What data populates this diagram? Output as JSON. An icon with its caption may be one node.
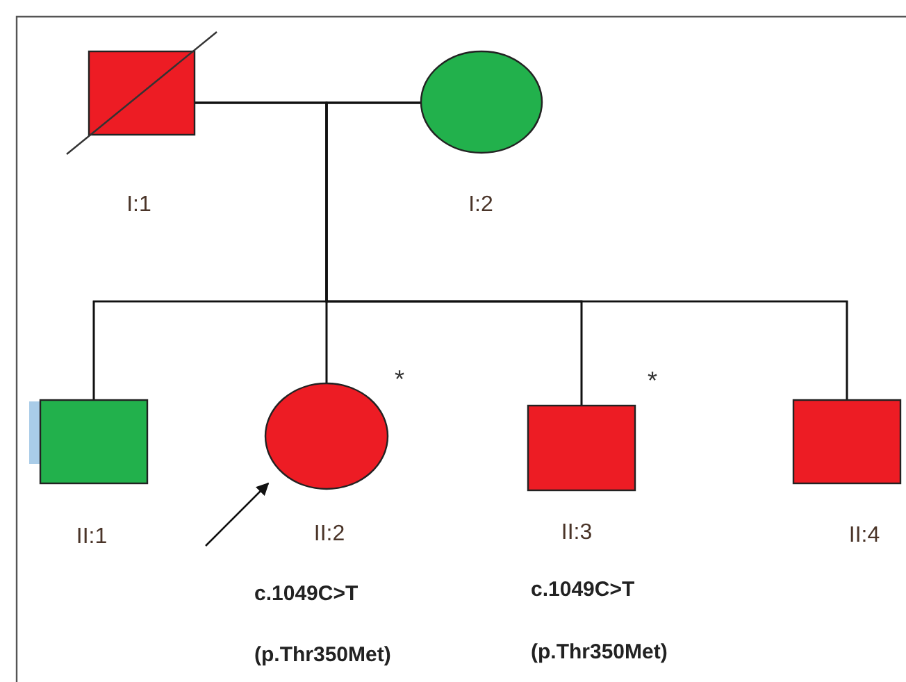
{
  "diagram": {
    "nodes": [
      {
        "text": [
          "I:1"
        ]
      },
      {
        "text": [
          "I:2"
        ]
      },
      {
        "text": [
          "II:1"
        ]
      },
      {
        "text": [
          "II:2"
        ],
        "beside": [
          "*"
        ]
      },
      {
        "text": [
          "II:3"
        ],
        "beside": [
          "*"
        ]
      },
      {
        "text": [
          "II:4"
        ]
      }
    ],
    "edges": [
      {
        "from": 0,
        "to": 1,
        "arrow": "none"
      },
      {
        "from": 0,
        "to": 2,
        "arrow": "none"
      },
      {
        "from": 0,
        "to": 3,
        "arrow": "none"
      },
      {
        "from": 0,
        "to": 4,
        "arrow": "none"
      },
      {
        "from": 0,
        "to": 5,
        "arrow": "none"
      },
      {
        "from": 1,
        "to": 2,
        "arrow": "none"
      },
      {
        "from": 1,
        "to": 3,
        "arrow": "none"
      },
      {
        "from": 1,
        "to": 4,
        "arrow": "none"
      },
      {
        "from": 1,
        "to": 5,
        "arrow": "none"
      },
      {
        "from": null,
        "to": 3,
        "arrow": "to"
      }
    ],
    "labels": [
      "c.1049C>T",
      "c.1049C>T",
      "(p.Thr350Met)",
      "(p.Thr350Met)"
    ]
  }
}
